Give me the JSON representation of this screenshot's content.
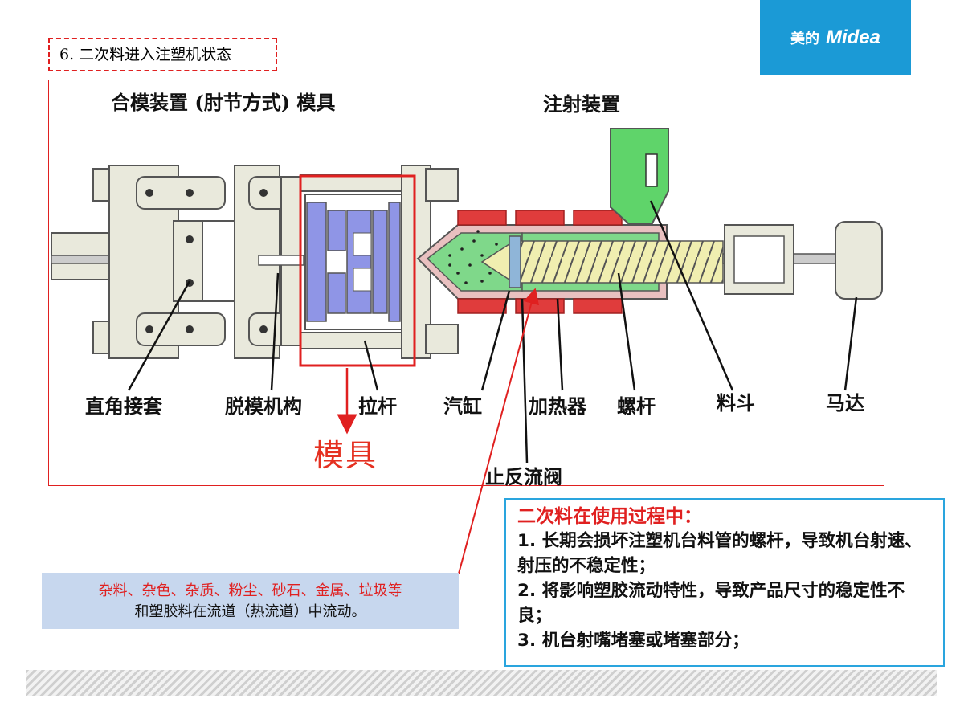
{
  "brand": {
    "cn": "美的",
    "en": "Midea"
  },
  "section_title": "6. 二次料进入注塑机状态",
  "diagram": {
    "top_labels": {
      "clamping": "合模装置 (肘节方式) 模具",
      "injection": "注射装置"
    },
    "part_labels": {
      "knuckle": "直角接套",
      "ejector": "脱模机构",
      "tie_bar": "拉杆",
      "cylinder": "汽缸",
      "heater": "加热器",
      "screw": "螺杆",
      "hopper": "料斗",
      "motor": "马达",
      "check_valve": "止反流阀"
    },
    "mold_label": "模具"
  },
  "note": {
    "line1": "杂料、杂色、杂质、粉尘、砂石、金属、垃圾等",
    "line2": "和塑胶料在流道（热流道）中流动。"
  },
  "info": {
    "heading": "二次料在使用过程中：",
    "items": [
      "1. 长期会损坏注塑机台料管的螺杆，导致机台射速、射压的不稳定性；",
      "2. 将影响塑胶流动特性，导致产品尺寸的稳定性不良；",
      "3. 机台射嘴堵塞或堵塞部分；"
    ]
  },
  "colors": {
    "accent_red": "#e02020",
    "brand_blue": "#1b9ad6",
    "mold_blue": "#8f95e6",
    "hopper_green": "#5fd46a",
    "heater_red": "#e03c3c",
    "screw_yellow": "#f0eeb0",
    "frame_beige": "#e9e9dc"
  }
}
